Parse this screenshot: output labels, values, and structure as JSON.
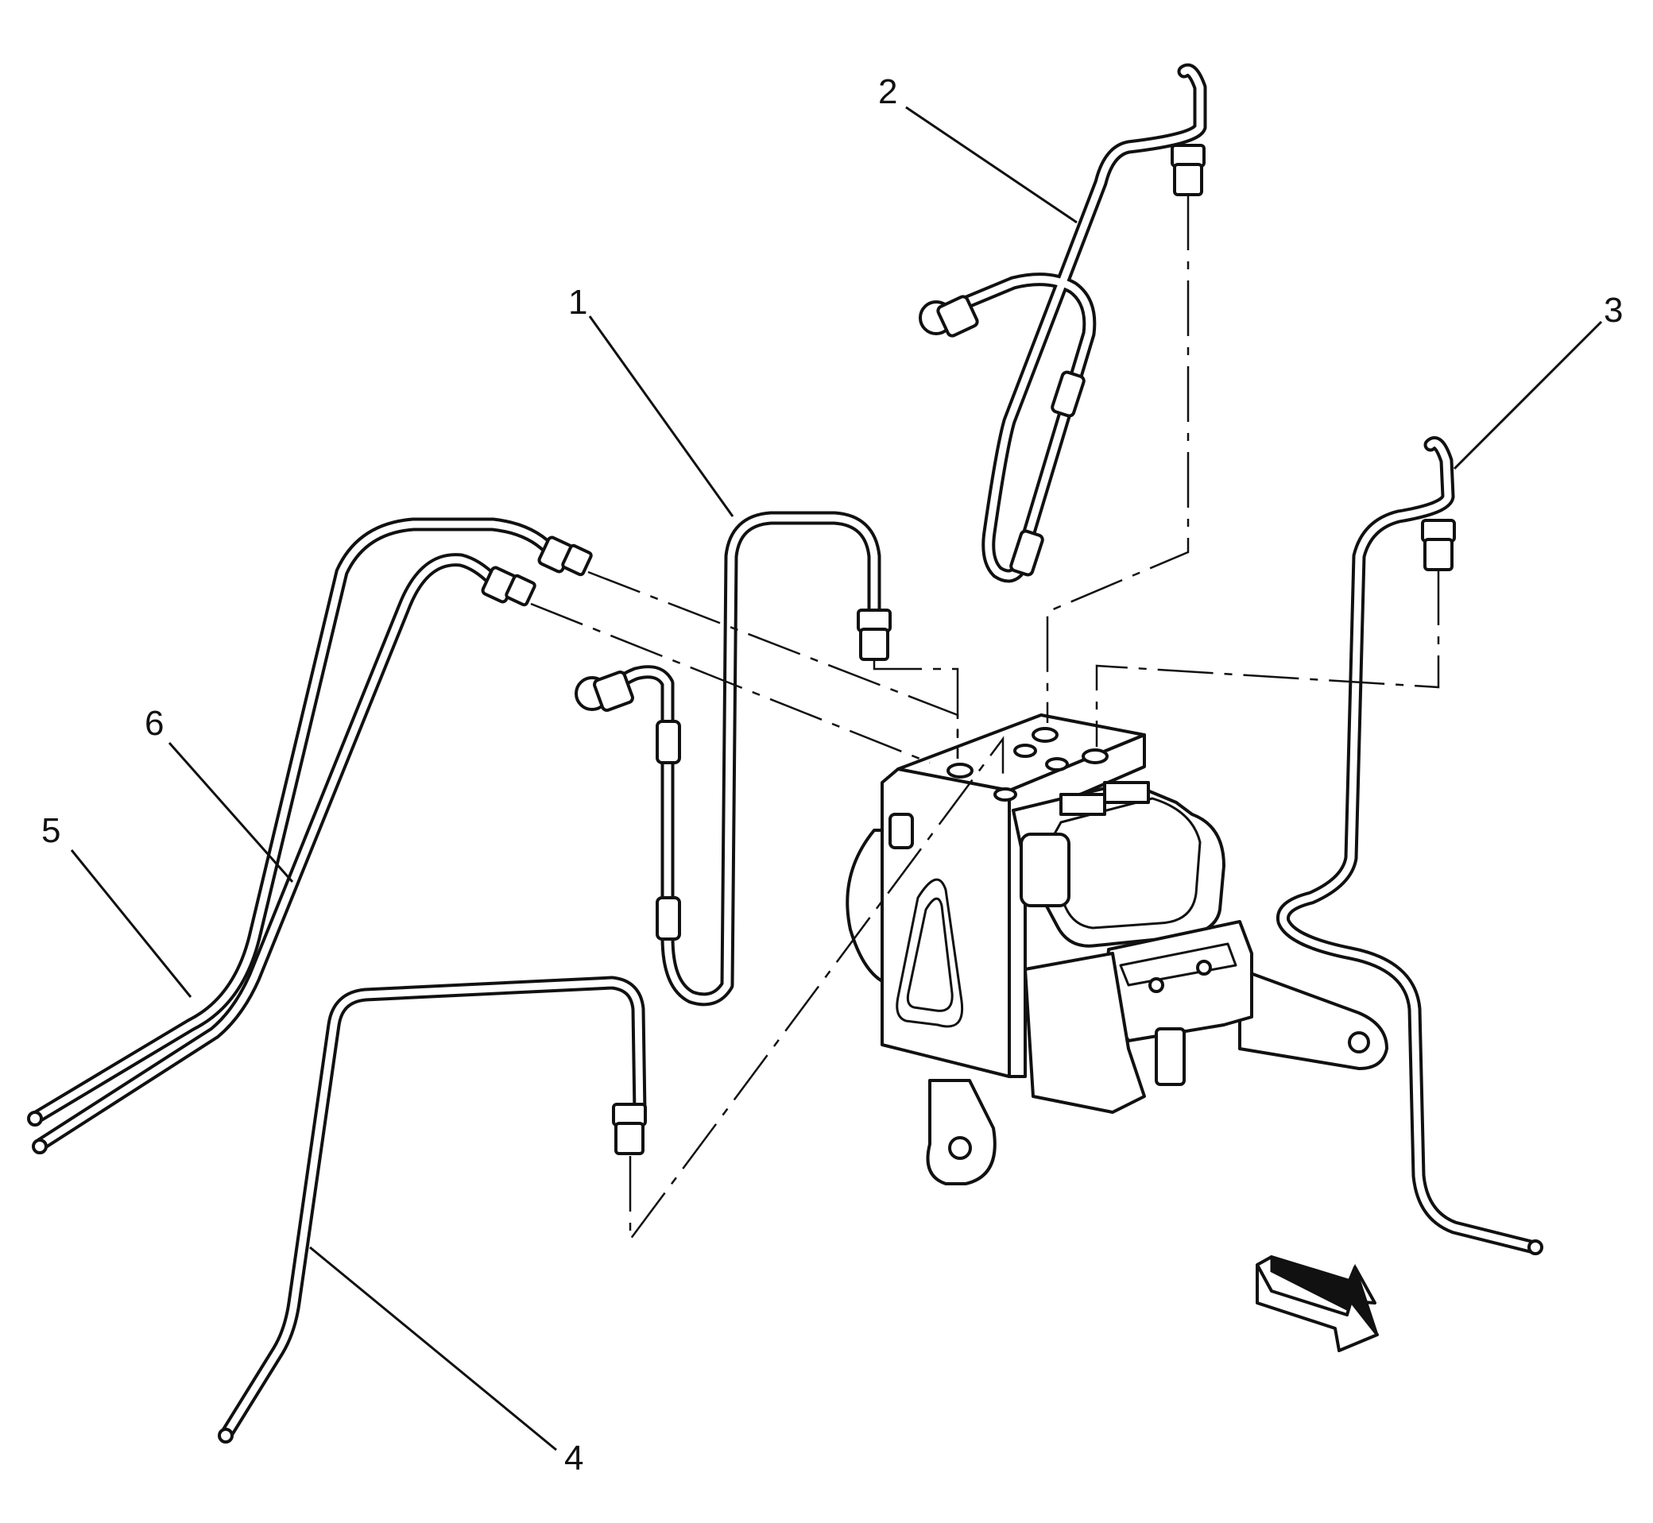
{
  "callouts": [
    {
      "id": "1",
      "text": "1"
    },
    {
      "id": "2",
      "text": "2"
    },
    {
      "id": "3",
      "text": "3"
    },
    {
      "id": "4",
      "text": "4"
    },
    {
      "id": "5",
      "text": "5"
    },
    {
      "id": "6",
      "text": "6"
    }
  ],
  "colors": {
    "line": "#111111",
    "background": "#ffffff"
  },
  "icons": {
    "direction_arrow": "forward-arrow-icon"
  }
}
